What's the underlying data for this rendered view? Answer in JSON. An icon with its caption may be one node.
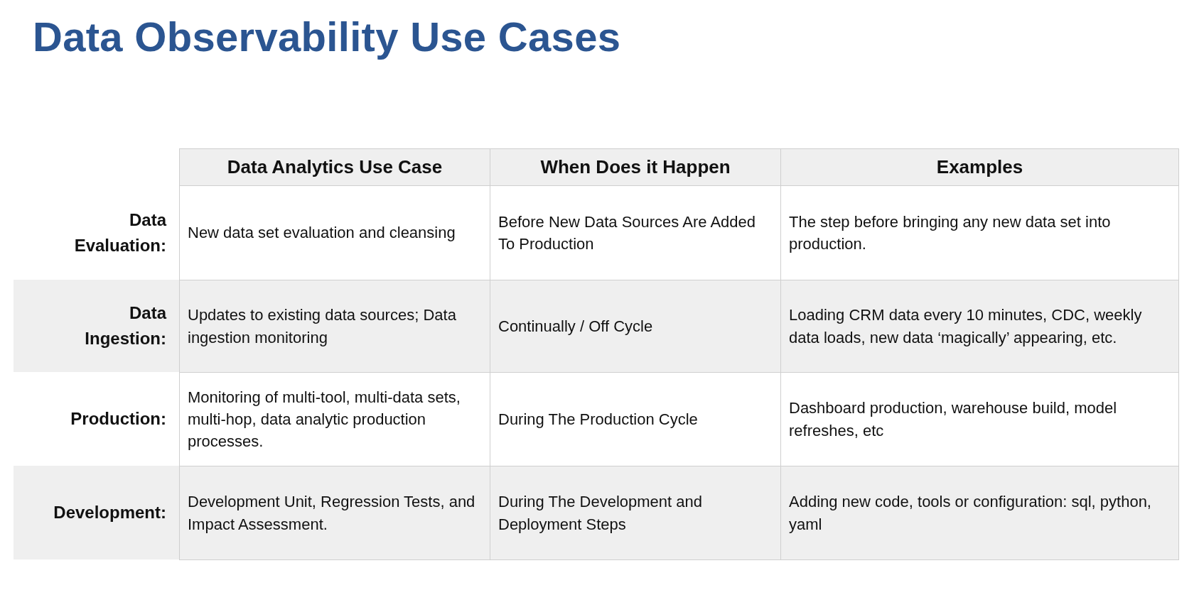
{
  "diagram": {
    "title": "Data Observability Use Cases",
    "labels": [
      "Data Analytics Use Case",
      "When Does it Happen",
      "Examples",
      "Data Evaluation:",
      "New data set evaluation and cleansing",
      "Before New Data Sources Are Added To Production",
      "The step before bringing any new data set into production.",
      "Data Ingestion:",
      "Updates to existing data sources; Data ingestion monitoring",
      "Continually / Off Cycle",
      "Loading CRM data every 10 minutes, CDC, weekly data loads, new data ‘magically’ appearing, etc.",
      "Production:",
      "Monitoring of multi-tool, multi-data sets, multi-hop, data analytic production processes.",
      "During The Production Cycle",
      "Dashboard production, warehouse build, model refreshes, etc",
      "Development:",
      "Development Unit, Regression Tests, and Impact Assessment.",
      "During The Development and Deployment Steps",
      "Adding new code, tools or configuration: sql, python, yaml"
    ]
  }
}
